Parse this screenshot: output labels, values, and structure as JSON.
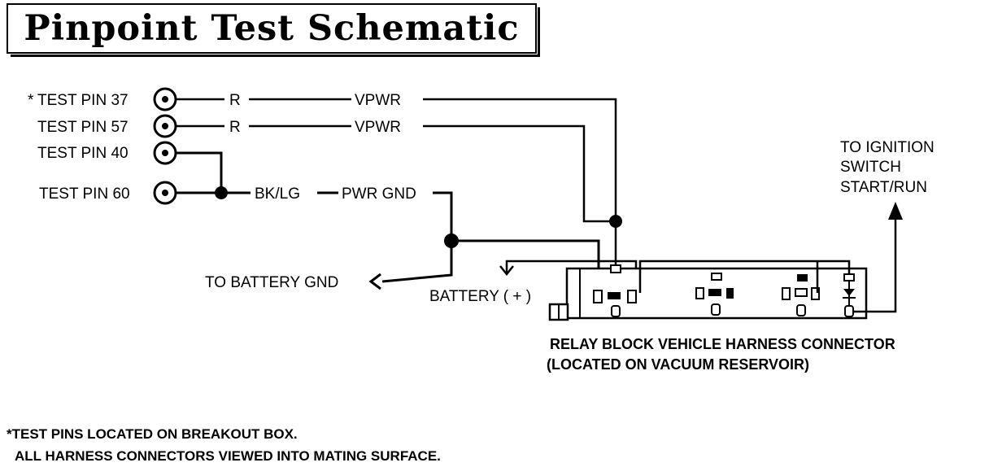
{
  "title": "Pinpoint Test Schematic",
  "pins": [
    {
      "label": "TEST PIN 37",
      "marker": "*"
    },
    {
      "label": "TEST PIN 57",
      "marker": ""
    },
    {
      "label": "TEST PIN 40",
      "marker": ""
    },
    {
      "label": "TEST PIN 60",
      "marker": ""
    }
  ],
  "wires": {
    "pin37_color": "R",
    "pin37_circuit": "VPWR",
    "pin57_color": "R",
    "pin57_circuit": "VPWR",
    "gnd_color": "BK/LG",
    "gnd_circuit": "PWR GND"
  },
  "labels": {
    "battery_gnd": "TO BATTERY GND",
    "battery_pos": "BATTERY ( + )",
    "ignition_line1": "TO IGNITION",
    "ignition_line2": "SWITCH",
    "ignition_line3": "START/RUN",
    "connector_line1": "RELAY BLOCK VEHICLE HARNESS CONNECTOR",
    "connector_line2": "(LOCATED ON VACUUM RESERVOIR)"
  },
  "notes": [
    "*TEST PINS LOCATED ON BREAKOUT BOX.",
    "ALL HARNESS CONNECTORS VIEWED INTO MATING SURFACE."
  ]
}
